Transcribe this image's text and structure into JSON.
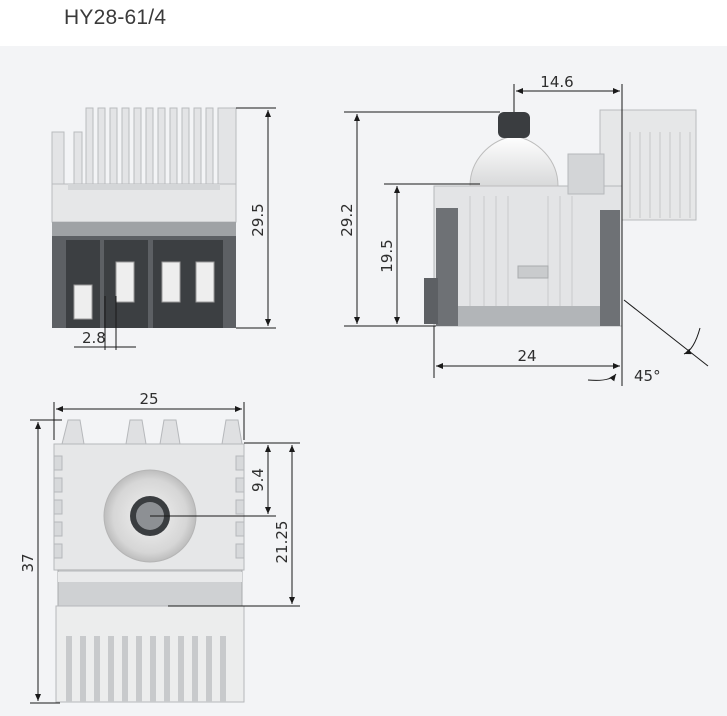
{
  "title": "HY28-61/4",
  "colors": {
    "body_light": "#e6e7e8",
    "body_mid": "#cfd1d3",
    "body_dark": "#5d6064",
    "dim_line": "#1a1a1a"
  },
  "dimensions": {
    "front_height": "29.5",
    "front_pin_gap": "2.8",
    "side_width_top": "14.6",
    "side_height": "29.2",
    "side_body_height": "19.5",
    "side_width": "24",
    "side_angle": "45°",
    "top_width": "25",
    "top_length": "37",
    "top_center_offset": "9.4",
    "top_band_offset": "21.25"
  }
}
